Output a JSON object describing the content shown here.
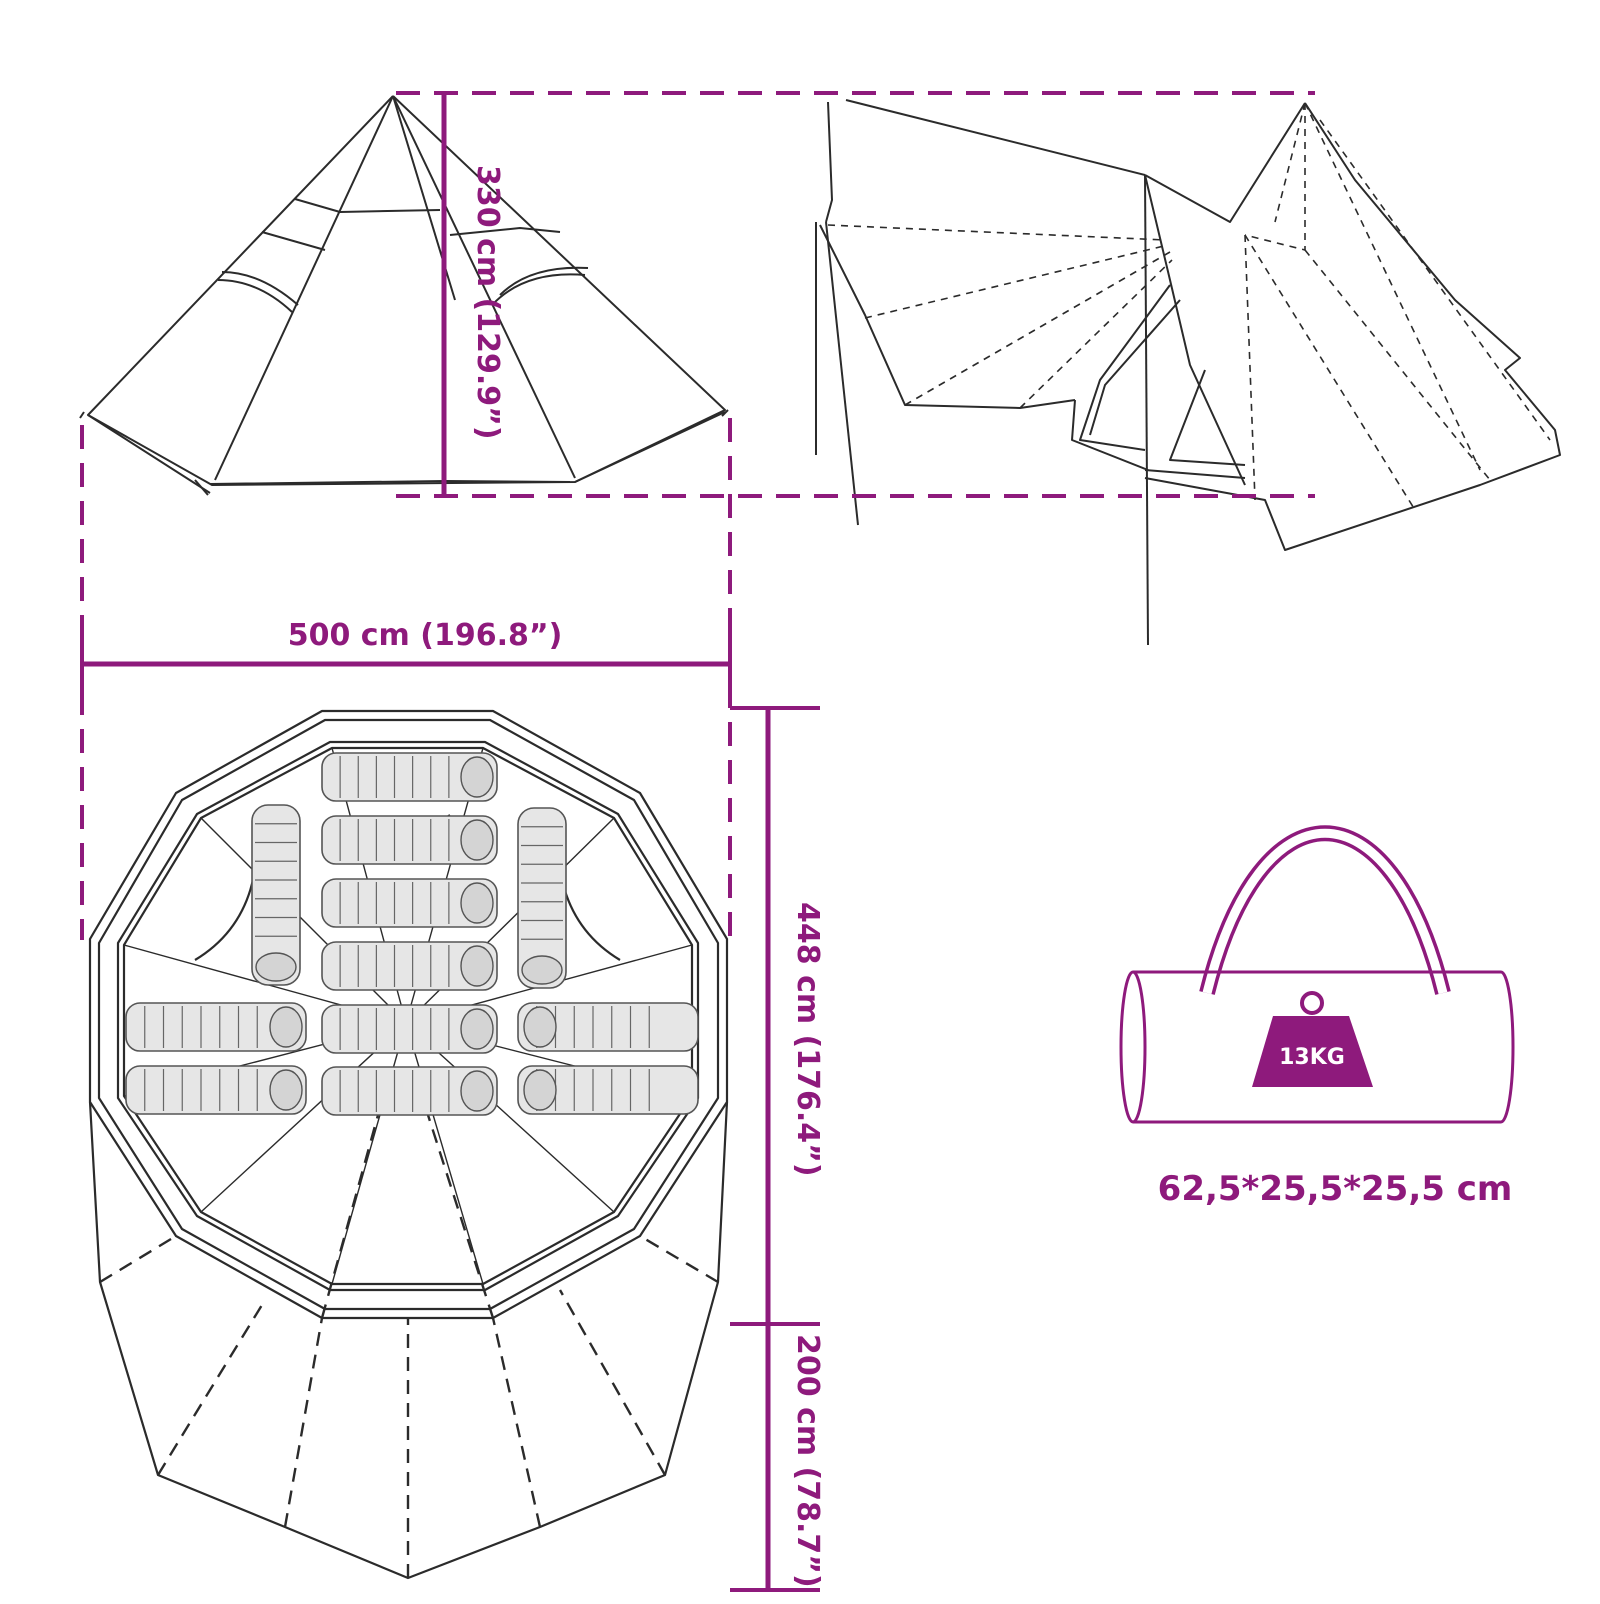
{
  "colors": {
    "accent": "#8e1a7c",
    "line": "#2b2b2b",
    "fill_light": "#e6e6e6",
    "background": "#ffffff"
  },
  "dimensions": {
    "height": "330 cm (129.9”)",
    "width": "500 cm (196.8”)",
    "depth_inner": "448 cm (176.4”)",
    "depth_vestibule": "200 cm (78.7”)"
  },
  "bag": {
    "weight": "13KG",
    "size": "62,5*25,5*25,5 cm"
  },
  "views": {
    "front": "tent-front-elevation",
    "side": "tent-side-elevation",
    "top": "tent-floor-plan",
    "sleeping_bags": 12
  }
}
